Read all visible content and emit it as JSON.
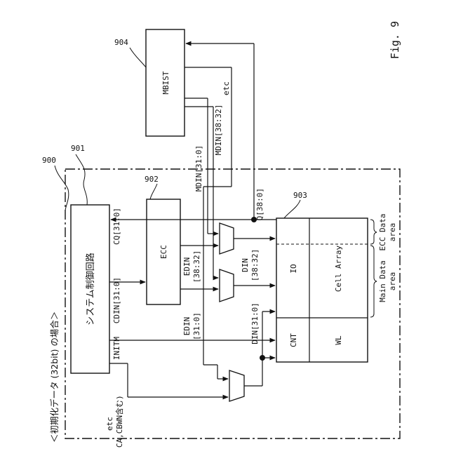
{
  "figure": {
    "fig_label": "Fig. 9",
    "caption": "＜初期化データ (32bit) の場合＞"
  },
  "refs": {
    "r900": "900",
    "r901": "901",
    "r902": "902",
    "r903": "903",
    "r904": "904"
  },
  "blocks": {
    "control": "システム制御回路",
    "ecc": "ECC",
    "mbist": "MBIST",
    "io": "IO",
    "cnt": "CNT",
    "cell_array": "Cell Array",
    "wl": "WL"
  },
  "signals": {
    "cq": "CQ[31:0]",
    "cdin": "CDIN[31:0]",
    "initm": "INITM",
    "etc_ctrl_1": "etc",
    "etc_ctrl_2": "(CA,CBWN含む)",
    "edin_hi_1": "EDIN",
    "edin_hi_2": "[38:32]",
    "edin_lo_1": "EDIN",
    "edin_lo_2": "[31:0]",
    "din_hi_1": "DIN",
    "din_hi_2": "[38:32]",
    "din_lo": "DIN[31:0]",
    "q": "Q[38:0]",
    "mdin_lo": "MDIN[31:0]",
    "mdin_hi": "MDIN[38:32]",
    "etc_mbist": "etc"
  },
  "areas": {
    "ecc_1": "ECC Data",
    "ecc_2": "area",
    "main_1": "Main Data",
    "main_2": "area"
  }
}
